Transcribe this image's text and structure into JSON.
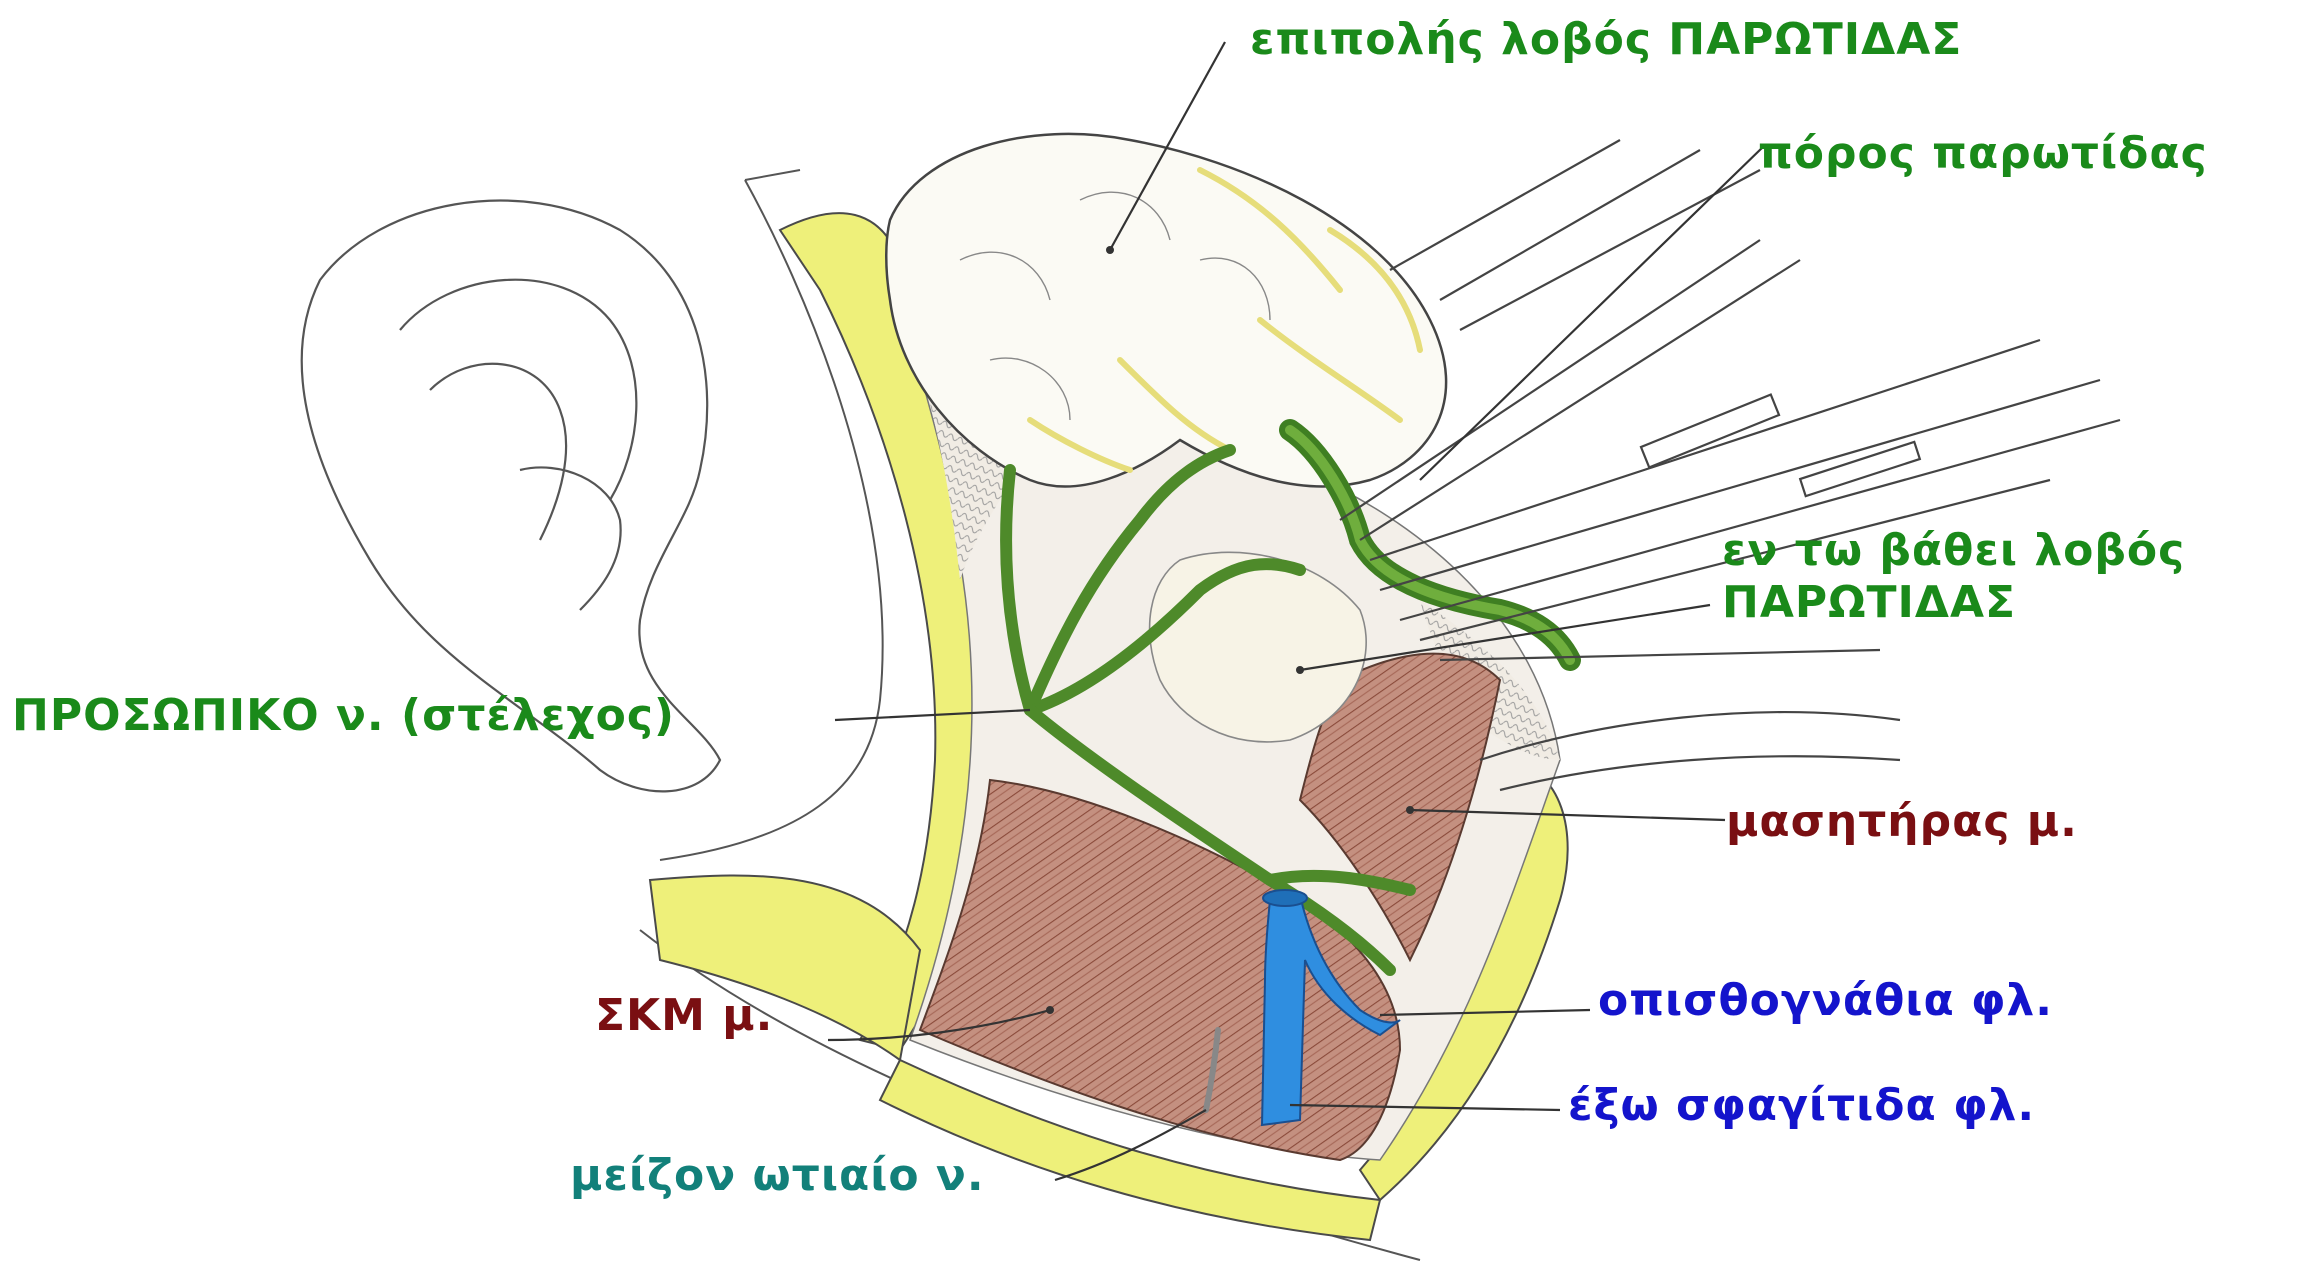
{
  "colors": {
    "green_label": "#1a8a1a",
    "maroon_label": "#7a0f12",
    "blue_label": "#1414cc",
    "teal_label": "#12807a",
    "fat_yellow": "#eef07a",
    "muscle_brown": "#b9806e",
    "nerve_green": "#4e8a2a",
    "vein_blue": "#2f8ee0",
    "leader_line": "#333333"
  },
  "labels": {
    "superficial_lobe": "επιπολής λοβός ΠΑΡΩΤΙΔΑΣ",
    "parotid_duct": "πόρος παρωτίδας",
    "deep_lobe_line1": "εν τω βάθει λοβός",
    "deep_lobe_line2": "ΠΑΡΩΤΙΔΑΣ",
    "facial_nerve_trunk": "ΠΡΟΣΩΠΙΚΟ ν. (στέλεχος)",
    "masseter_muscle": "μασητήρας μ.",
    "scm_muscle": "ΣΚΜ μ.",
    "retromandibular_vein": "οπισθογνάθια φλ.",
    "external_jugular_vein": "έξω σφαγίτιδα φλ.",
    "great_auricular_nerve": "μείζον ωτιαίο ν."
  }
}
